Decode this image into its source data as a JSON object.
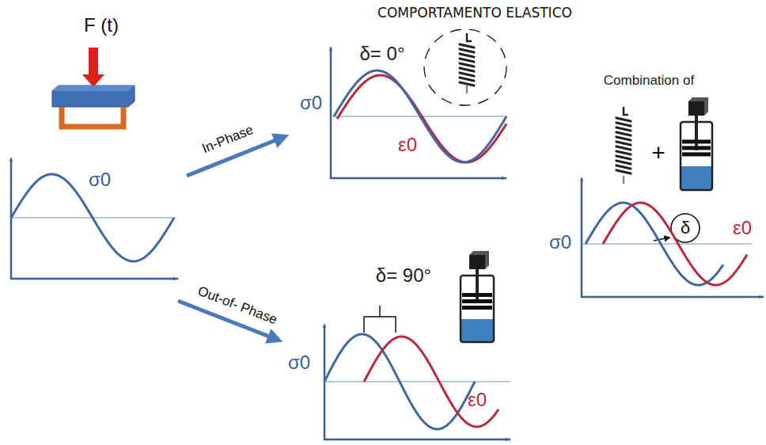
{
  "diagram": {
    "labels": [
      "F (t)",
      "σ0",
      "In-Phase",
      "COMPORTAMENTO ELASTICO",
      "δ= 0°",
      "σ0",
      "ε0",
      "Combination of",
      "+",
      "σ0",
      "δ",
      "ε0",
      "Out-of- Phase",
      "δ= 90°",
      "σ0",
      "ε0"
    ]
  }
}
